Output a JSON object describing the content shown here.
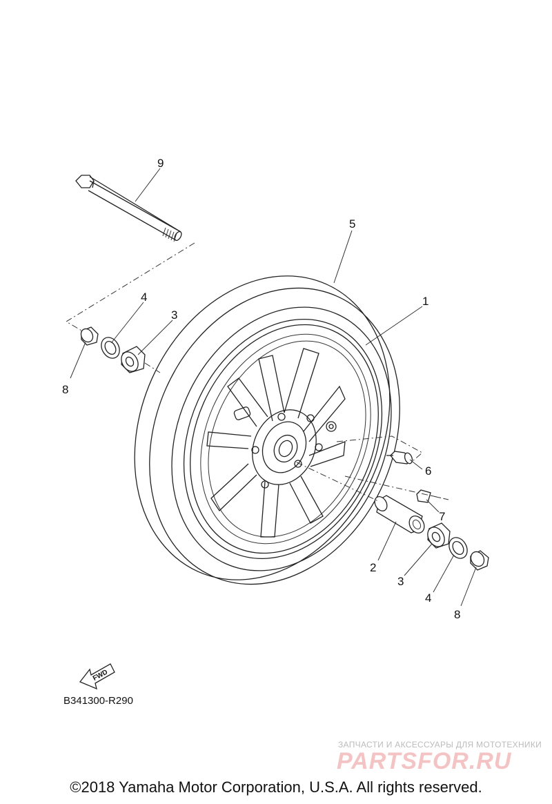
{
  "diagram": {
    "callouts": {
      "c1": "1",
      "c2": "2",
      "c3a": "3",
      "c3b": "3",
      "c4a": "4",
      "c4b": "4",
      "c5": "5",
      "c6": "6",
      "c7": "7",
      "c8a": "8",
      "c8b": "8",
      "c9": "9"
    },
    "fwd_label": "FWD",
    "diagram_code": "B341300-R290"
  },
  "watermark": {
    "tagline": "ЗАПЧАСТИ И АКСЕССУАРЫ ДЛЯ МОТОТЕХНИКИ",
    "brand": "PARTSFOR.RU",
    "color": "#f4c4c4"
  },
  "footer": {
    "copyright": "©2018 Yamaha Motor Corporation, U.S.A. All rights reserved."
  }
}
